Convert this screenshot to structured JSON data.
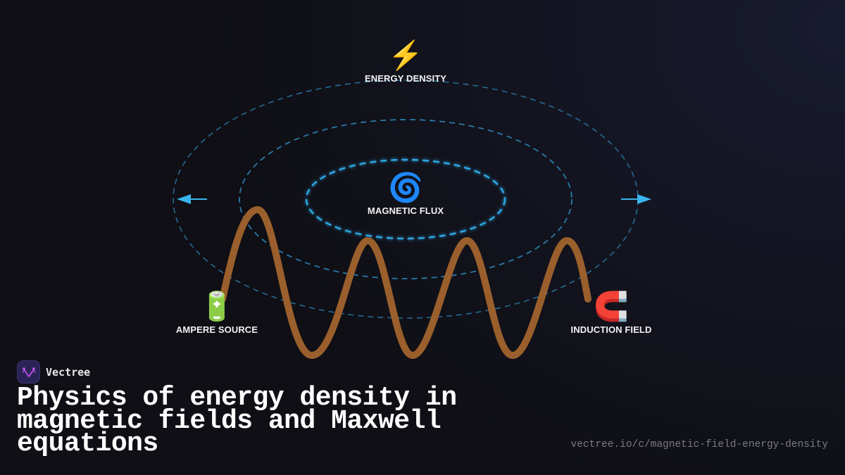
{
  "diagram": {
    "nodes": {
      "energy_density": {
        "label": "ENERGY DENSITY",
        "icon": "lightning-bolt-icon",
        "glyph": "⚡"
      },
      "magnetic_flux": {
        "label": "MAGNETIC FLUX",
        "icon": "cyclone-spiral-icon",
        "glyph": "🌀"
      },
      "ampere_source": {
        "label": "AMPERE SOURCE",
        "icon": "battery-icon",
        "glyph": "🔋"
      },
      "induction_field": {
        "label": "INDUCTION FIELD",
        "icon": "horseshoe-magnet-icon",
        "glyph": "🧲"
      }
    },
    "field_rings": 3,
    "arrows": [
      "left-arrow",
      "right-arrow"
    ],
    "colors": {
      "ring_inner": "#2ea8e6",
      "ring_outer": "#2a7aa6",
      "arrow": "#3ab4ec",
      "wire": "#9a5f2c"
    }
  },
  "brand": {
    "name": "Vectree",
    "logo_icon": "vectree-logo-icon",
    "logo_bg": "#2a2456",
    "logo_accent": "#b04ad8"
  },
  "title": "Physics of energy density in magnetic fields and Maxwell equations",
  "url": "vectree.io/c/magnetic-field-energy-density"
}
